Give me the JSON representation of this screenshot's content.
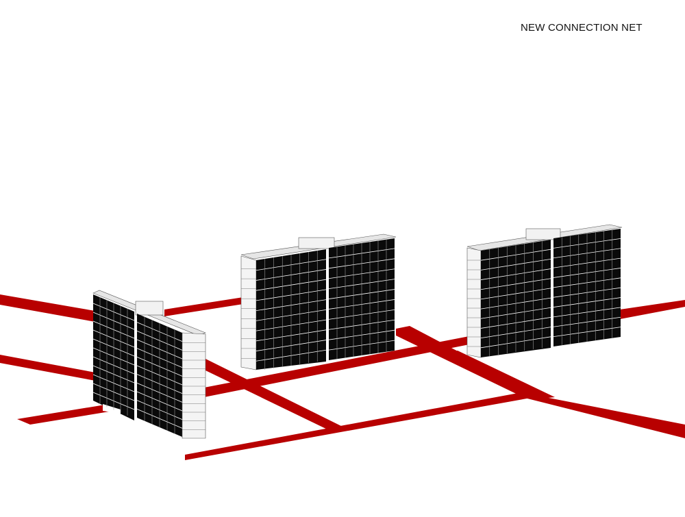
{
  "diagram": {
    "title": "NEW CONNECTION NET",
    "colors": {
      "background": "#ffffff",
      "path": "#b80000",
      "facade_dark": "#0a0a0a",
      "facade_light": "#f4f4f4",
      "roof": "#e6e6e6",
      "line": "#555555"
    },
    "buildings": [
      {
        "name": "building-left"
      },
      {
        "name": "building-middle"
      },
      {
        "name": "building-right"
      }
    ]
  }
}
